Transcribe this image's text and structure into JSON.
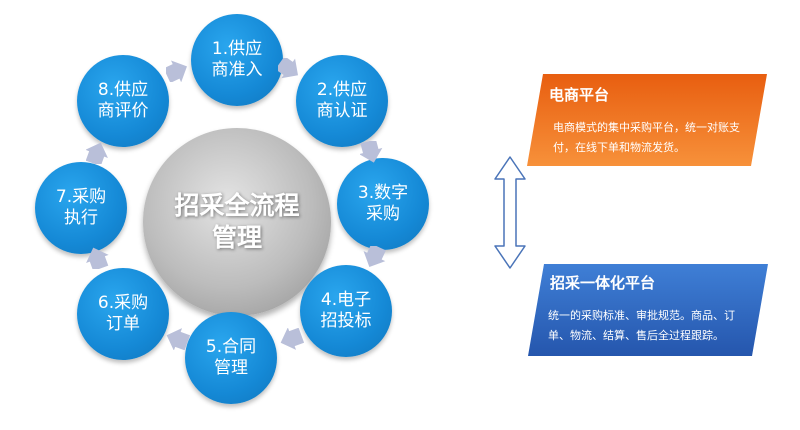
{
  "diagram": {
    "center_label": "招采全流程\n管理",
    "steps": [
      {
        "label": "1.供应\n商准入"
      },
      {
        "label": "2.供应\n商认证"
      },
      {
        "label": "3.数字\n采购"
      },
      {
        "label": "4.电子\n招投标"
      },
      {
        "label": "5.合同\n管理"
      },
      {
        "label": "6.采购\n订单"
      },
      {
        "label": "7.采购\n执行"
      },
      {
        "label": "8.供应\n商评价"
      }
    ]
  },
  "cards": {
    "ecommerce": {
      "title": "电商平台",
      "desc": "电商模式的集中采购平台，统一对账支付，在线下单和物流发货。",
      "color": "#ef7a22"
    },
    "integrated": {
      "title": "招采一体化平台",
      "desc": "统一的采购标准、审批规范。商品、订单、物流、结算、售后全过程跟踪。",
      "color": "#2f6bc7"
    }
  },
  "colors": {
    "node_blue": "#1589d6",
    "arrow_gray": "#b9bfd9",
    "connector_blue": "#4a74b8"
  }
}
